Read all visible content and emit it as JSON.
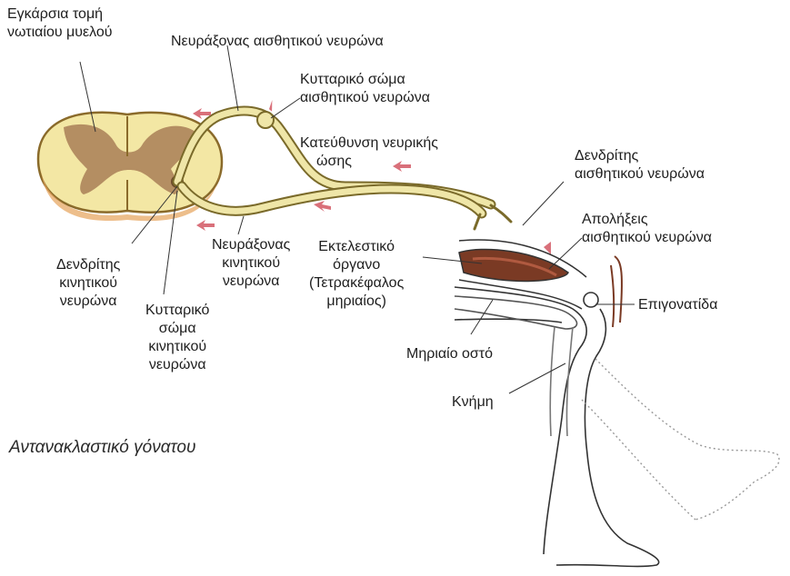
{
  "labels": {
    "cross_section_l1": "Εγκάρσια τομή",
    "cross_section_l2": "νωτιαίου μυελού",
    "sensory_axon": "Νευράξονας αισθητικού νευρώνα",
    "cell_body_sensory_l1": "Κυτταρικό σώμα",
    "cell_body_sensory_l2": "αισθητικού νευρώνα",
    "impulse_dir_l1": "Κατεύθυνση νευρικής",
    "impulse_dir_l2": "ώσης",
    "dendrite_sensory_l1": "Δενδρίτης",
    "dendrite_sensory_l2": "αισθητικού νευρώνα",
    "endings_sensory_l1": "Απολήξεις",
    "endings_sensory_l2": "αισθητικού νευρώνα",
    "effector_l1": "Εκτελεστικό",
    "effector_l2": "όργανο",
    "effector_l3": "(Τετρακέφαλος",
    "effector_l4": "μηριαίος)",
    "patella": "Επιγονατίδα",
    "femur": "Μηριαίο οστό",
    "tibia": "Κνήμη",
    "motor_axon_l1": "Νευράξονας",
    "motor_axon_l2": "κινητικού",
    "motor_axon_l3": "νευρώνα",
    "dendrite_motor_l1": "Δενδρίτης",
    "dendrite_motor_l2": "κινητικού",
    "dendrite_motor_l3": "νευρώνα",
    "cell_body_motor_l1": "Κυτταρικό",
    "cell_body_motor_l2": "σώμα",
    "cell_body_motor_l3": "κινητικού",
    "cell_body_motor_l4": "νευρώνα"
  },
  "title": "Αντανακλαστικό γόνατου",
  "colors": {
    "cord_fill": "#f7f2b4",
    "cord_outline": "#8a6a2a",
    "grey_matter": "#b8946a",
    "nerve_fill": "#efe6a8",
    "arrow": "#d9707a",
    "muscle": "#7a3a24",
    "leg_outline": "#333333"
  }
}
